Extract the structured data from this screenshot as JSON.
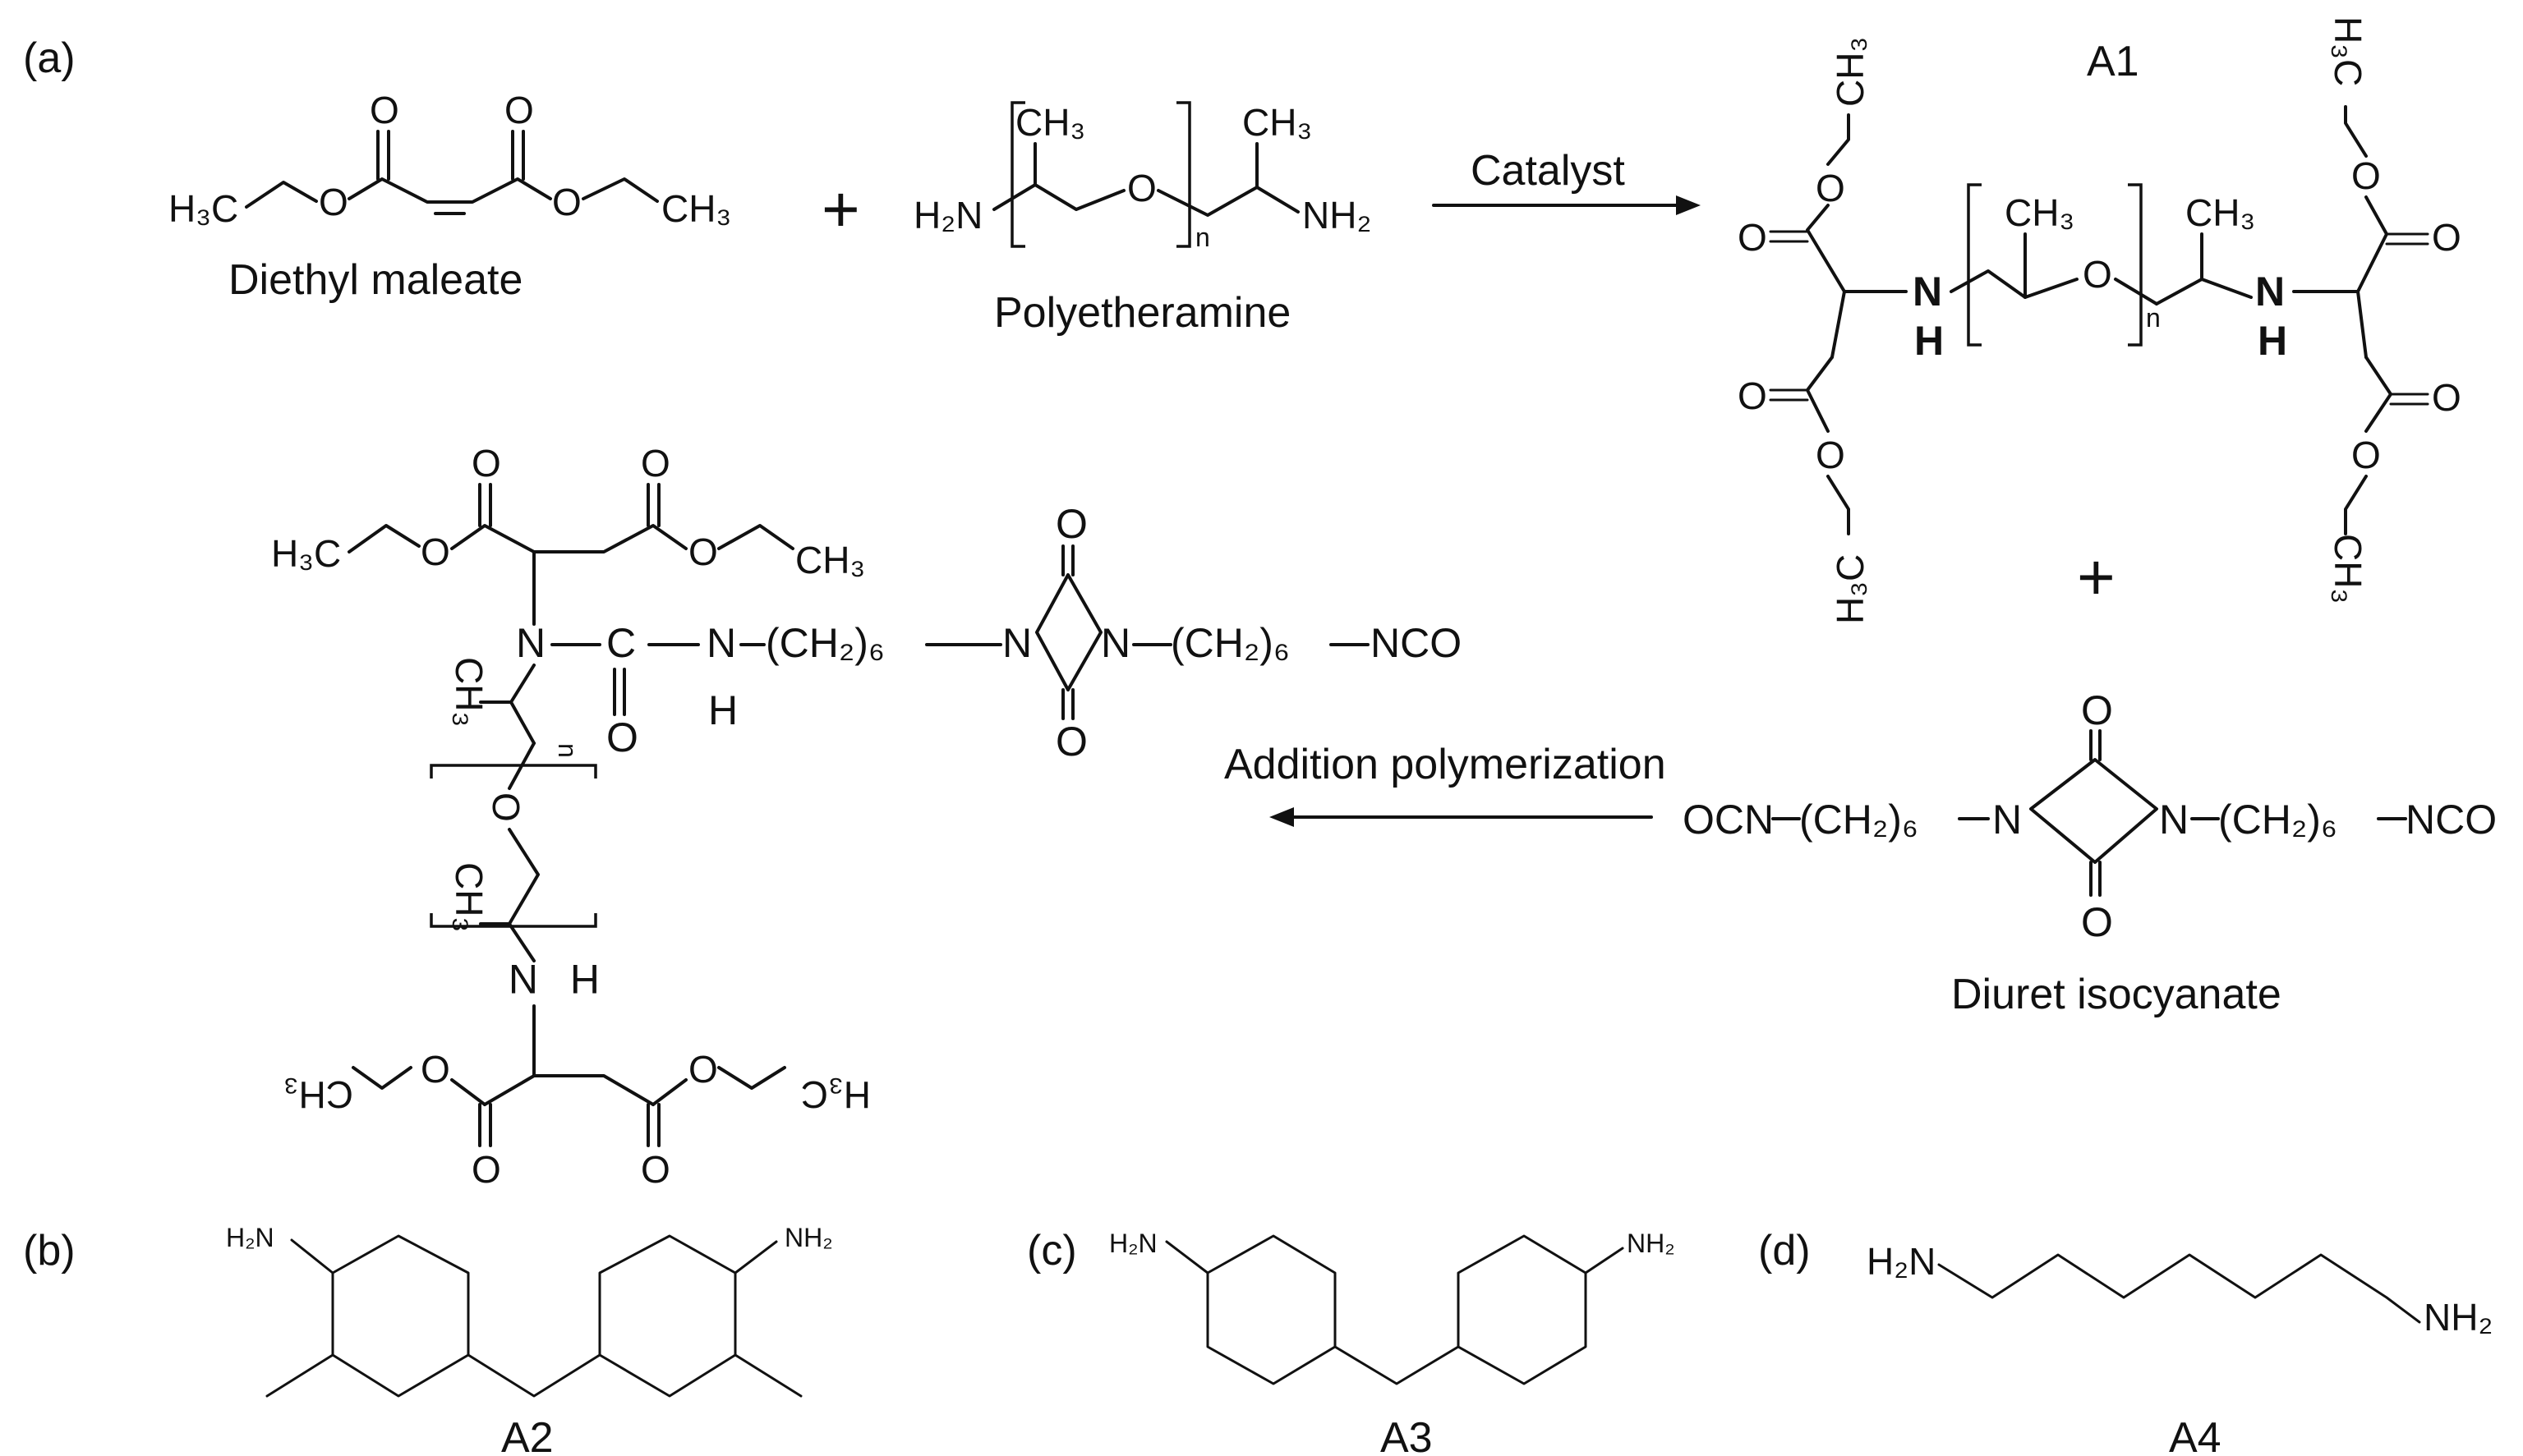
{
  "panels": {
    "a": "(a)",
    "b": "(b)",
    "c": "(c)",
    "d": "(d)"
  },
  "reaction": {
    "step1_arrow_label": "Catalyst",
    "step2_arrow_label": "Addition polymerization",
    "plus_sign": "+"
  },
  "compounds": {
    "diethyl_maleate": "Diethyl maleate",
    "polyetheramine": "Polyetheramine",
    "diuret_isocyanate": "Diuret isocyanate",
    "a1": "A1",
    "a2": "A2",
    "a3": "A3",
    "a4": "A4"
  },
  "atoms": {
    "h3c": "H₃C",
    "ch3": "CH₃",
    "o": "O",
    "n": "N",
    "h": "H",
    "h2n": "H₂N",
    "nh2": "NH₂",
    "n_idx": "n",
    "ocn": "OCN",
    "nco": "NCO",
    "c": "C",
    "ch2_6": "(CH₂)₆",
    "h3c_flipped": "H₃C",
    "ch3_flipped": "CH₃"
  },
  "colors": {
    "ink": "#111111",
    "background": "#ffffff"
  }
}
